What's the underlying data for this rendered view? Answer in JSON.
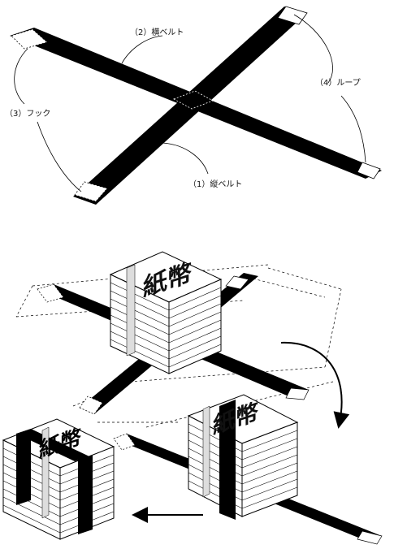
{
  "labels": {
    "yoko_belt": "（2）横ベルト",
    "loop": "（4）ループ",
    "hook": "（3）フック",
    "tate_belt": "（1）縦ベルト"
  },
  "stamp_text": "紙幣",
  "colors": {
    "belt": "#000000",
    "paper": "#ffffff",
    "line": "#000000"
  }
}
